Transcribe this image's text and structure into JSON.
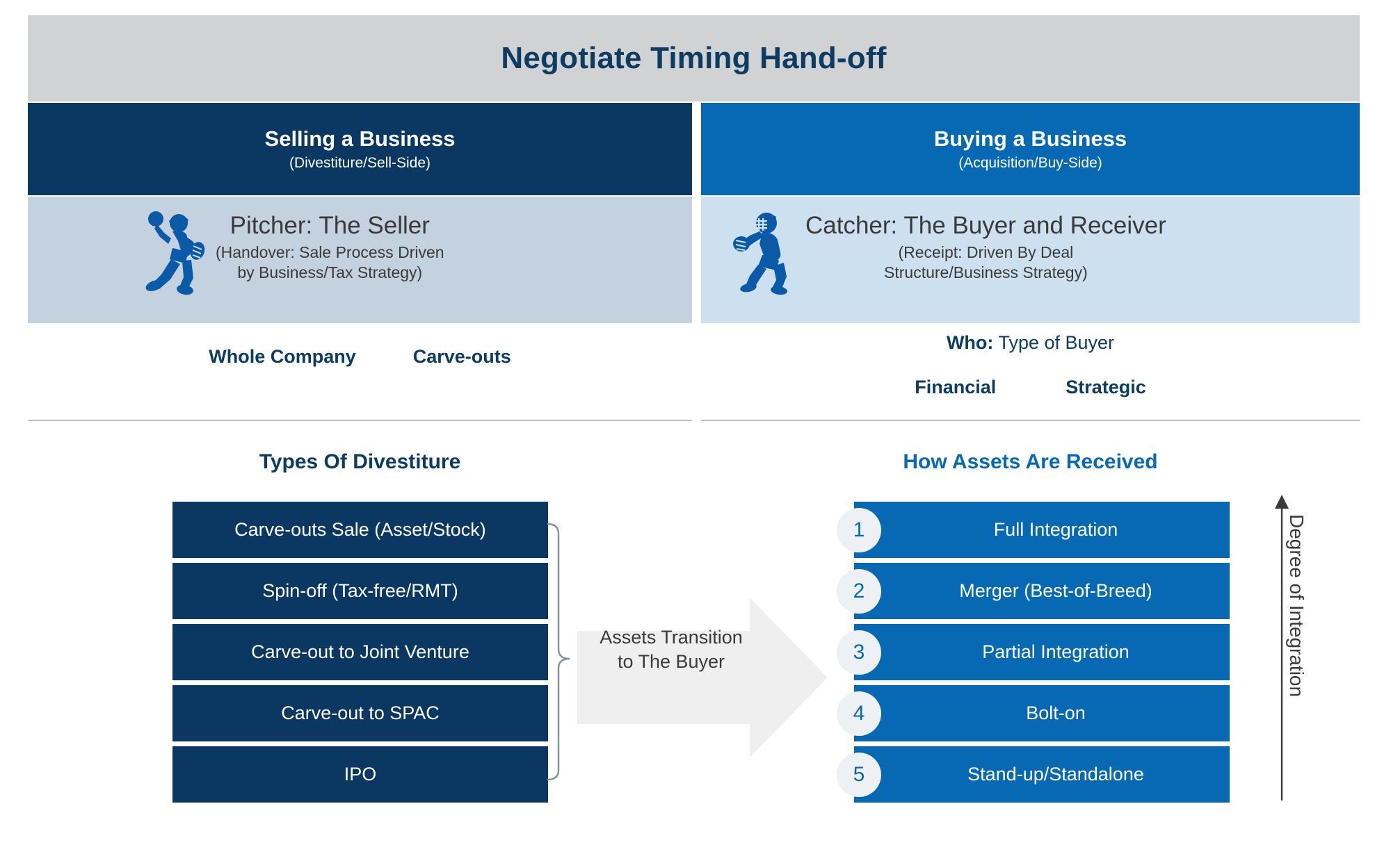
{
  "header": {
    "title": "Negotiate Timing Hand-off"
  },
  "panels": {
    "left": {
      "head_title": "Selling a Business",
      "head_sub": "(Divestiture/Sell-Side)",
      "role_icon": "baseball-pitcher-icon",
      "role_title": "Pitcher: The Seller",
      "role_sub_line1": "(Handover: Sale Process Driven",
      "role_sub_line2": "by Business/Tax Strategy)"
    },
    "right": {
      "head_title": "Buying a Business",
      "head_sub": "(Acquisition/Buy-Side)",
      "role_icon": "baseball-catcher-icon",
      "role_title": "Catcher: The Buyer and Receiver",
      "role_sub_line1": "(Receipt: Driven By Deal",
      "role_sub_line2": "Structure/Business Strategy)"
    }
  },
  "mid": {
    "left_options": [
      "Whole Company",
      "Carve-outs"
    ],
    "right_title_bold": "Who:",
    "right_title_rest": " Type of Buyer",
    "right_options": [
      "Financial",
      "Strategic"
    ]
  },
  "sections": {
    "left_heading": "Types Of Divestiture",
    "right_heading": "How Assets Are Received"
  },
  "divestiture_types": [
    "Carve-outs Sale (Asset/Stock)",
    "Spin-off (Tax-free/RMT)",
    "Carve-out to Joint Venture",
    "Carve-out to SPAC",
    "IPO"
  ],
  "transition": {
    "line1": "Assets Transition",
    "line2": "to The Buyer",
    "icon": "right-arrow-shape"
  },
  "receipt_modes": [
    {
      "num": "1",
      "label": "Full Integration"
    },
    {
      "num": "2",
      "label": "Merger (Best-of-Breed)"
    },
    {
      "num": "3",
      "label": "Partial Integration"
    },
    {
      "num": "4",
      "label": "Bolt-on"
    },
    {
      "num": "5",
      "label": "Stand-up/Standalone"
    }
  ],
  "axis": {
    "label": "Degree of Integration",
    "icon": "up-arrow-icon"
  },
  "colors": {
    "title_bar_bg": "#d0d2d3",
    "navy": "#0a3862",
    "blue": "#0769b4",
    "light_navy_panel": "#c3d2de",
    "light_blue_panel": "#cde0f0",
    "title_text": "#0d3c63",
    "body_text": "#3a3a3a",
    "arrow_fill": "#efefef",
    "badge_bg": "#eef1f4"
  }
}
